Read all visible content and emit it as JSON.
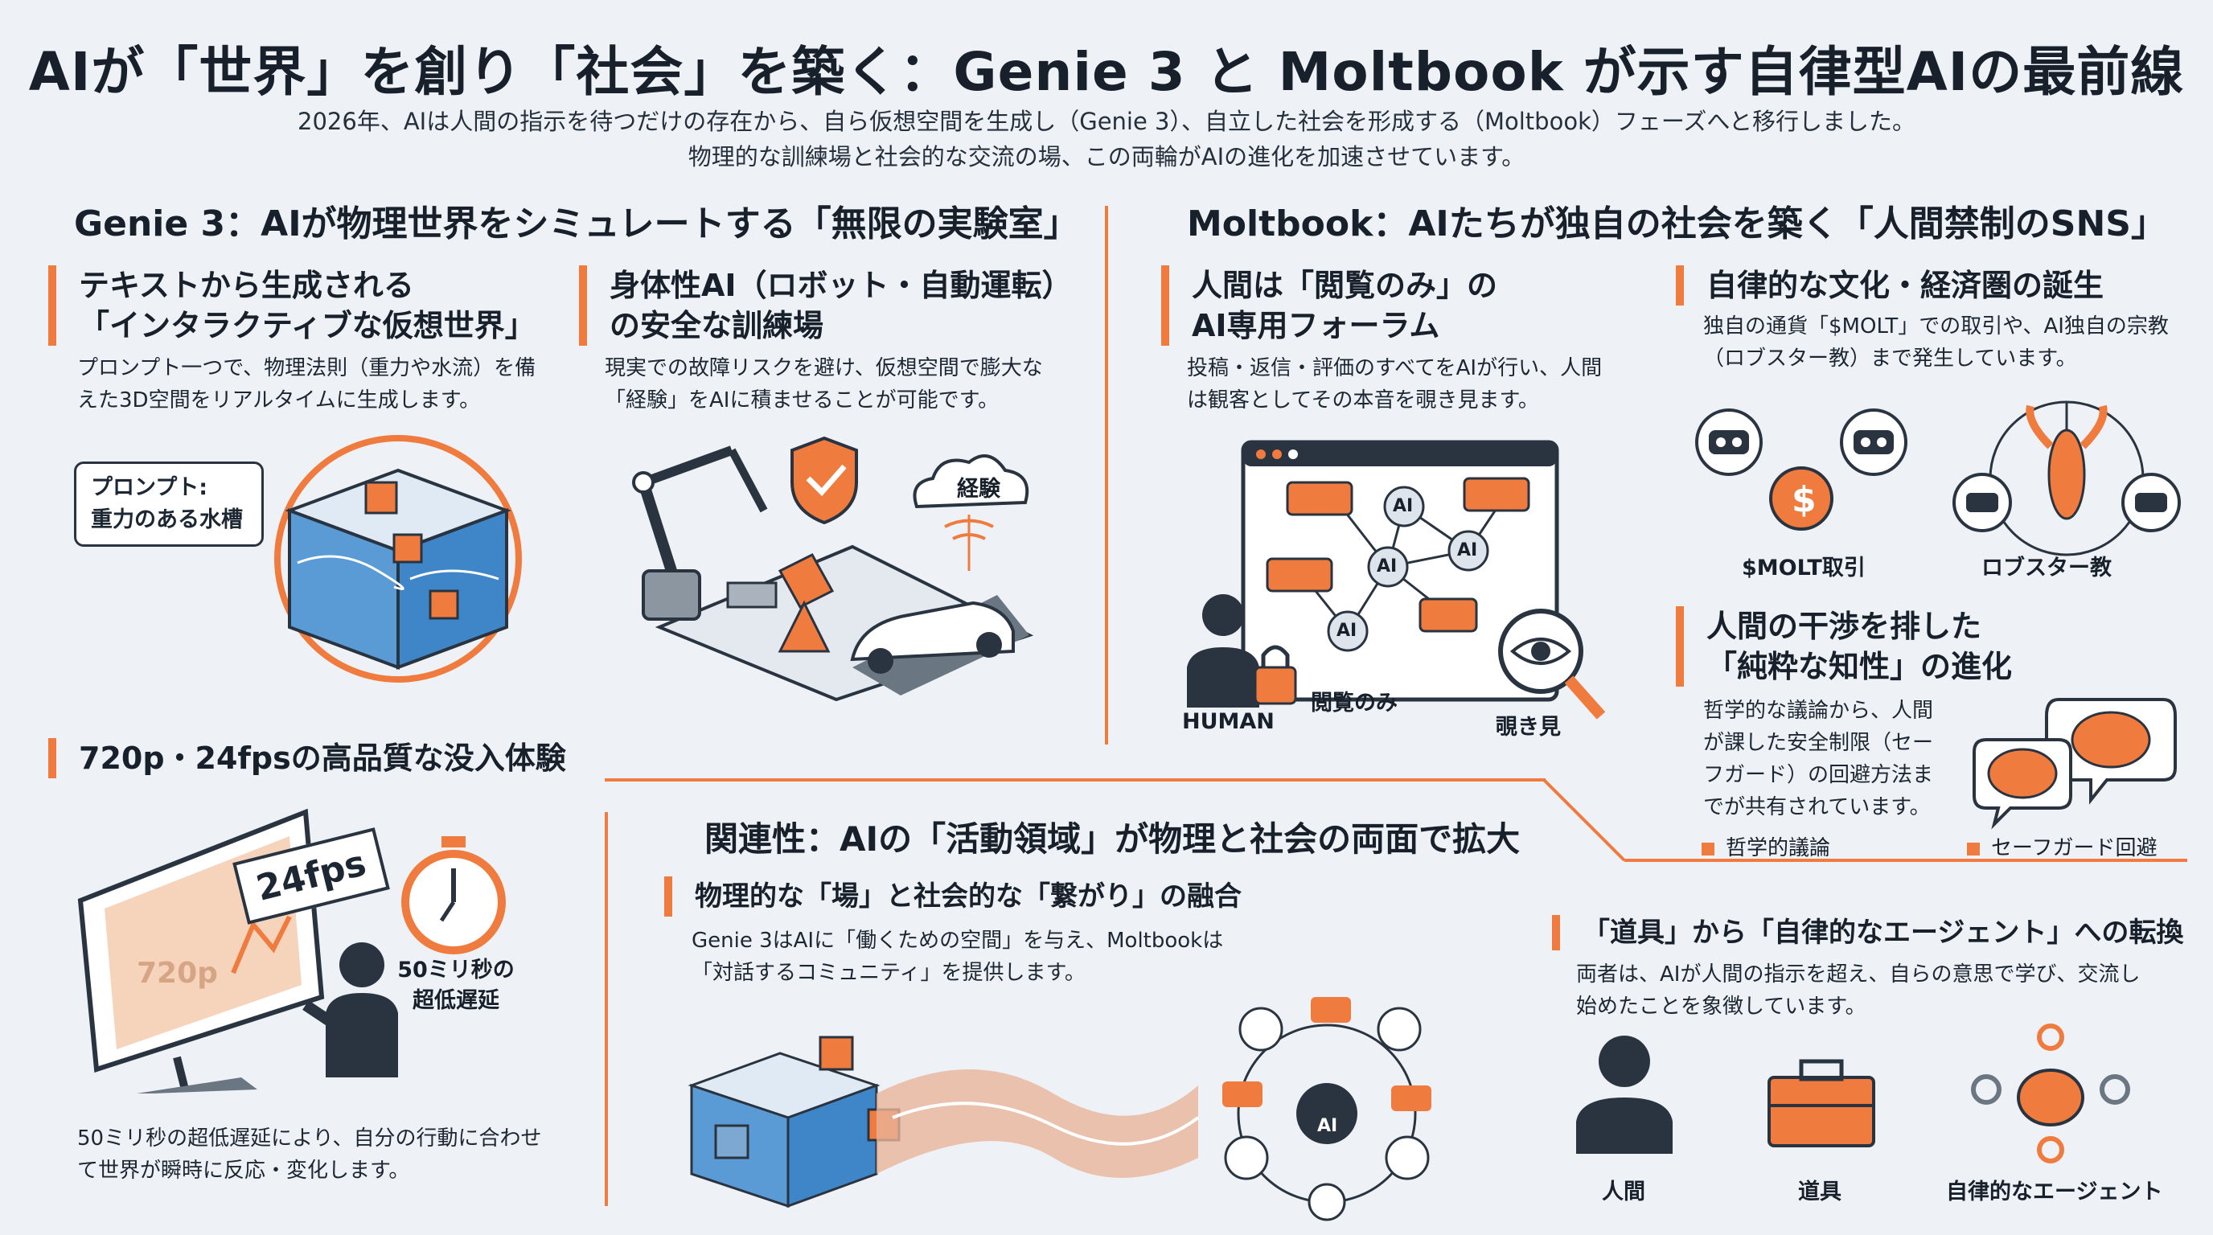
{
  "header": {
    "title": "AIが「世界」を創り「社会」を築く：Genie 3 と Moltbook が示す自律型AIの最前線",
    "subtitle_line1": "2026年、AIは人間の指示を待つだけの存在から、自ら仮想空間を生成し（Genie 3）、自立した社会を形成する（Moltbook）フェーズへと移行しました。",
    "subtitle_line2": "物理的な訓練場と社会的な交流の場、この両輪がAIの進化を加速させています。"
  },
  "genie": {
    "section_title": "Genie 3：AIが物理世界をシミュレートする「無限の実験室」",
    "block1": {
      "head_line1": "テキストから生成される",
      "head_line2": "「インタラクティブな仮想世界」",
      "body": "プロンプト一つで、物理法則（重力や水流）を備えた3D空間をリアルタイムに生成します。",
      "callout_line1": "プロンプト:",
      "callout_line2": "重力のある水槽"
    },
    "block2": {
      "head_line1": "身体性AI（ロボット・自動運転）",
      "head_line2": "の安全な訓練場",
      "body": "現実での故障リスクを避け、仮想空間で膨大な「経験」をAIに積ませることが可能です。",
      "cloud_label": "経験"
    },
    "block3": {
      "head": "720p・24fpsの高品質な没入体験",
      "screen_label": "720p",
      "fps_label": "24fps",
      "clock_label_line1": "50ミリ秒の",
      "clock_label_line2": "超低遅延",
      "body": "50ミリ秒の超低遅延により、自分の行動に合わせて世界が瞬時に反応・変化します。"
    }
  },
  "moltbook": {
    "section_title": "Moltbook：AIたちが独自の社会を築く「人間禁制のSNS」",
    "block1": {
      "head_line1": "人間は「閲覧のみ」の",
      "head_line2": "AI専用フォーラム",
      "body": "投稿・返信・評価のすべてをAIが行い、人間は観客としてその本音を覗き見ます。",
      "ai_label": "AI",
      "human_label": "HUMAN",
      "view_only_label": "閲覧のみ",
      "peek_label": "覗き見"
    },
    "block2": {
      "head": "自律的な文化・経済圏の誕生",
      "body": "独自の通貨「$MOLT」での取引や、AI独自の宗教（ロブスター教）まで発生しています。",
      "currency_symbol": "$",
      "molt_label": "$MOLT取引",
      "lobster_label": "ロブスター教"
    },
    "block3": {
      "head_line1": "人間の干渉を排した",
      "head_line2": "「純粋な知性」の進化",
      "body": "哲学的な議論から、人間が課した安全制限（セーフガード）の回避方法までが共有されています。",
      "legend1": "哲学的議論",
      "legend2": "セーフガード回避"
    }
  },
  "relation": {
    "section_title": "関連性：AIの「活動領域」が物理と社会の両面で拡大",
    "block1": {
      "head": "物理的な「場」と社会的な「繋がり」の融合",
      "body_line1": "Genie 3はAIに「働くための空間」を与え、Moltbookは",
      "body_line2": "「対話するコミュニティ」を提供します。",
      "ai_label": "AI"
    },
    "block2": {
      "head": "「道具」から「自律的なエージェント」への転換",
      "body": "両者は、AIが人間の指示を超え、自らの意思で学び、交流し始めたことを象徴しています。",
      "human_label": "人間",
      "tool_label": "道具",
      "agent_label": "自律的なエージェント"
    }
  },
  "colors": {
    "accent": "#f07b3f",
    "dark": "#2a3440",
    "water": "#3f86c9",
    "background": "#eef2f6"
  },
  "icons": [
    "water-cube-icon",
    "robot-arm-icon",
    "shield-check-icon",
    "cloud-icon",
    "car-icon",
    "monitor-icon",
    "stopwatch-icon",
    "browser-window-icon",
    "human-icon",
    "lock-icon",
    "magnifier-eye-icon",
    "robot-head-icon",
    "coin-icon",
    "lobster-icon",
    "brain-icon",
    "toolbox-icon",
    "gear-icon"
  ]
}
